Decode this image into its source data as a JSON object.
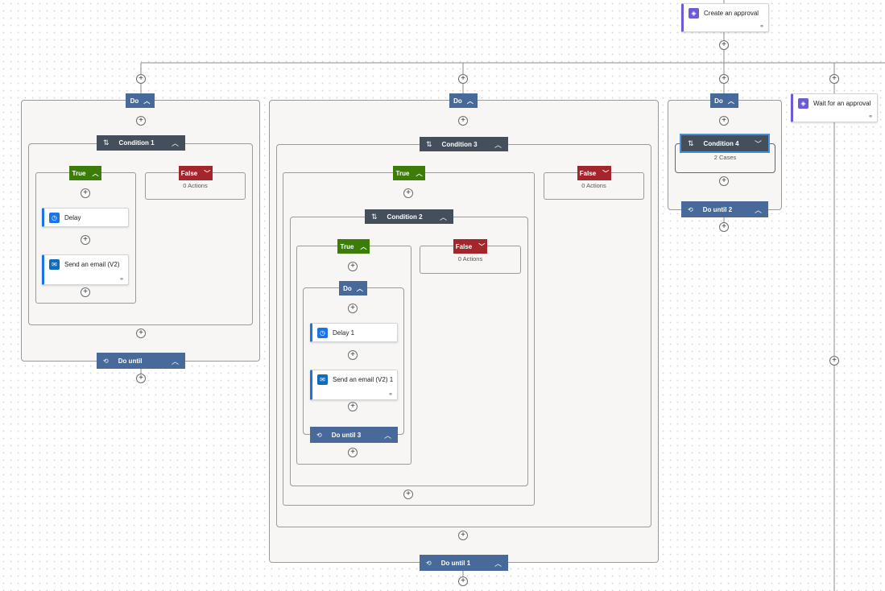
{
  "top": {
    "create_approval": "Create an approval",
    "wait_approval": "Wait for an approval"
  },
  "do_labels": {
    "do": "Do"
  },
  "cond1": {
    "title": "Condition 1",
    "true": "True",
    "false": "False",
    "false_actions": "0 Actions",
    "delay": "Delay",
    "email": "Send an email (V2)"
  },
  "do_until": "Do until",
  "cond3": {
    "title": "Condition 3",
    "true": "True",
    "false": "False",
    "false_actions": "0 Actions"
  },
  "cond2": {
    "title": "Condition 2",
    "true": "True",
    "false": "False",
    "false_actions": "0 Actions",
    "delay": "Delay 1",
    "email": "Send an email (V2) 1",
    "do_until": "Do until 3"
  },
  "do_until_1": "Do until 1",
  "cond4": {
    "title": "Condition 4",
    "cases": "2 Cases"
  },
  "do_until_2": "Do until 2",
  "icons": {
    "chevron_up": "chevron-up-icon",
    "chevron_down": "chevron-down-icon",
    "plus": "add-icon",
    "condition": "condition-icon",
    "loop": "loop-icon",
    "timer": "timer-icon",
    "outlook": "outlook-icon",
    "approval": "approval-icon",
    "link": "link-icon"
  },
  "colors": {
    "do": "#476a9a",
    "condition": "#454f5b",
    "true": "#3c7d0a",
    "false": "#a4262c",
    "action_accent": "#1a73e8",
    "approval_accent": "#6b5cd6"
  }
}
